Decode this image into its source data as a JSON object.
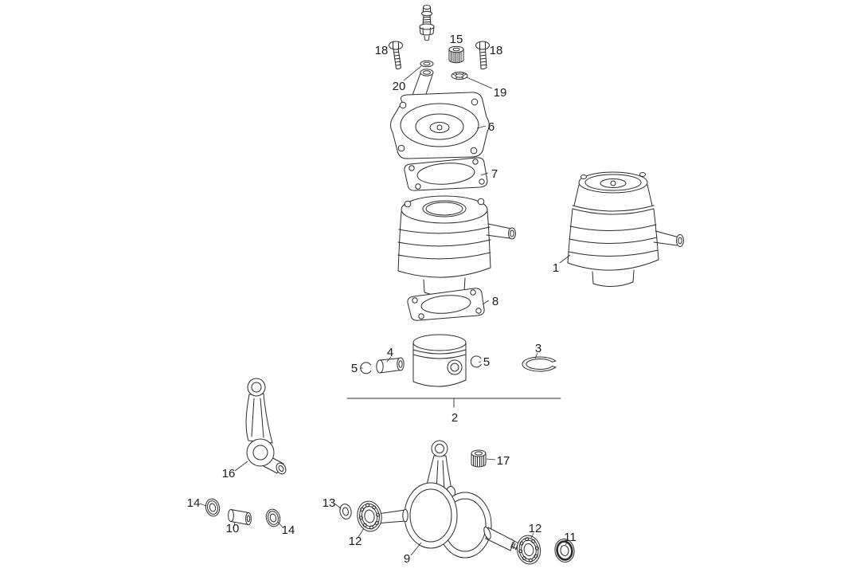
{
  "diagram": {
    "type": "exploded-parts-diagram",
    "subject": "engine cylinder, piston and crankshaft assembly",
    "background_color": "#ffffff",
    "line_color": "#2b2b2b",
    "label_color": "#1b1b1b"
  },
  "callouts": [
    {
      "text": "18",
      "target": "hex-bolt-left"
    },
    {
      "text": "20",
      "target": "fitting-and-washer"
    },
    {
      "text": "15",
      "target": "knurled-nut-top"
    },
    {
      "text": "18",
      "target": "hex-bolt-right"
    },
    {
      "text": "19",
      "target": "spring-washer"
    },
    {
      "text": "6",
      "target": "cylinder-head"
    },
    {
      "text": "7",
      "target": "head-gasket"
    },
    {
      "text": "1",
      "target": "cylinder-assembly"
    },
    {
      "text": "8",
      "target": "base-gasket"
    },
    {
      "text": "4",
      "target": "piston-pin"
    },
    {
      "text": "5",
      "target": "circlip-left"
    },
    {
      "text": "5",
      "target": "circlip-right"
    },
    {
      "text": "3",
      "target": "piston-ring"
    },
    {
      "text": "2",
      "target": "piston-kit"
    },
    {
      "text": "16",
      "target": "connecting-rod"
    },
    {
      "text": "17",
      "target": "knurled-nut-crank"
    },
    {
      "text": "14",
      "target": "oil-seal-small-left"
    },
    {
      "text": "10",
      "target": "spacer-bush"
    },
    {
      "text": "14",
      "target": "oil-seal-small-right"
    },
    {
      "text": "13",
      "target": "washer-small"
    },
    {
      "text": "12",
      "target": "ball-bearing-left"
    },
    {
      "text": "9",
      "target": "crankshaft"
    },
    {
      "text": "12",
      "target": "ball-bearing-right"
    },
    {
      "text": "11",
      "target": "oil-seal-large"
    }
  ]
}
